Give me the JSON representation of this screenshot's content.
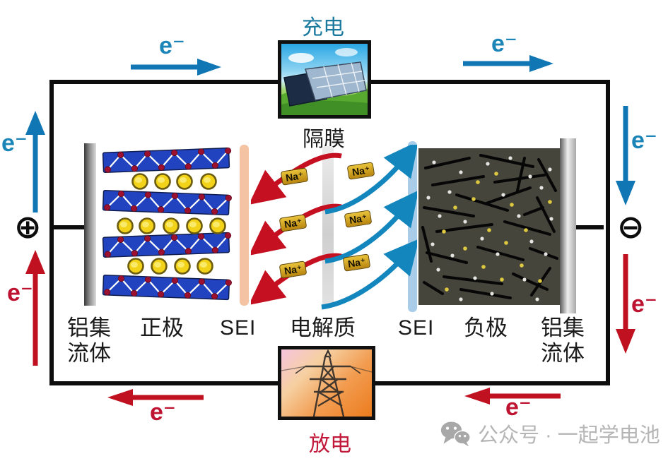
{
  "labels": {
    "charge": "充电",
    "discharge": "放电",
    "separator": "隔膜",
    "electron": "e⁻",
    "na_ion": "Na⁺",
    "positive_terminal": "⊕",
    "negative_terminal": "⊖"
  },
  "parts": {
    "collector_left": {
      "line1": "铝集",
      "line2": "流体"
    },
    "cathode": "正极",
    "sei_left": "SEI",
    "electrolyte": "电解质",
    "sei_right": "SEI",
    "anode": "负极",
    "collector_right": {
      "line1": "铝集",
      "line2": "流体"
    }
  },
  "watermark": {
    "text": "公众号 · 一起学电池"
  },
  "colors": {
    "electron_blue": "#1b85b8",
    "electron_red": "#bd1230",
    "charge_text": "#1a7a9e",
    "discharge_text": "#c2183a",
    "wire": "#0d0d0d",
    "cathode_layer_blue": "#2143c0",
    "ion_yellow": "#f2d319",
    "ion_dot_red": "#9c1030",
    "sei_left_salmon": "#f4c3a4",
    "sei_right_blue": "#a9cde9",
    "na_badge_gold": "#d8a31c",
    "anode_bg": "#45453c"
  }
}
